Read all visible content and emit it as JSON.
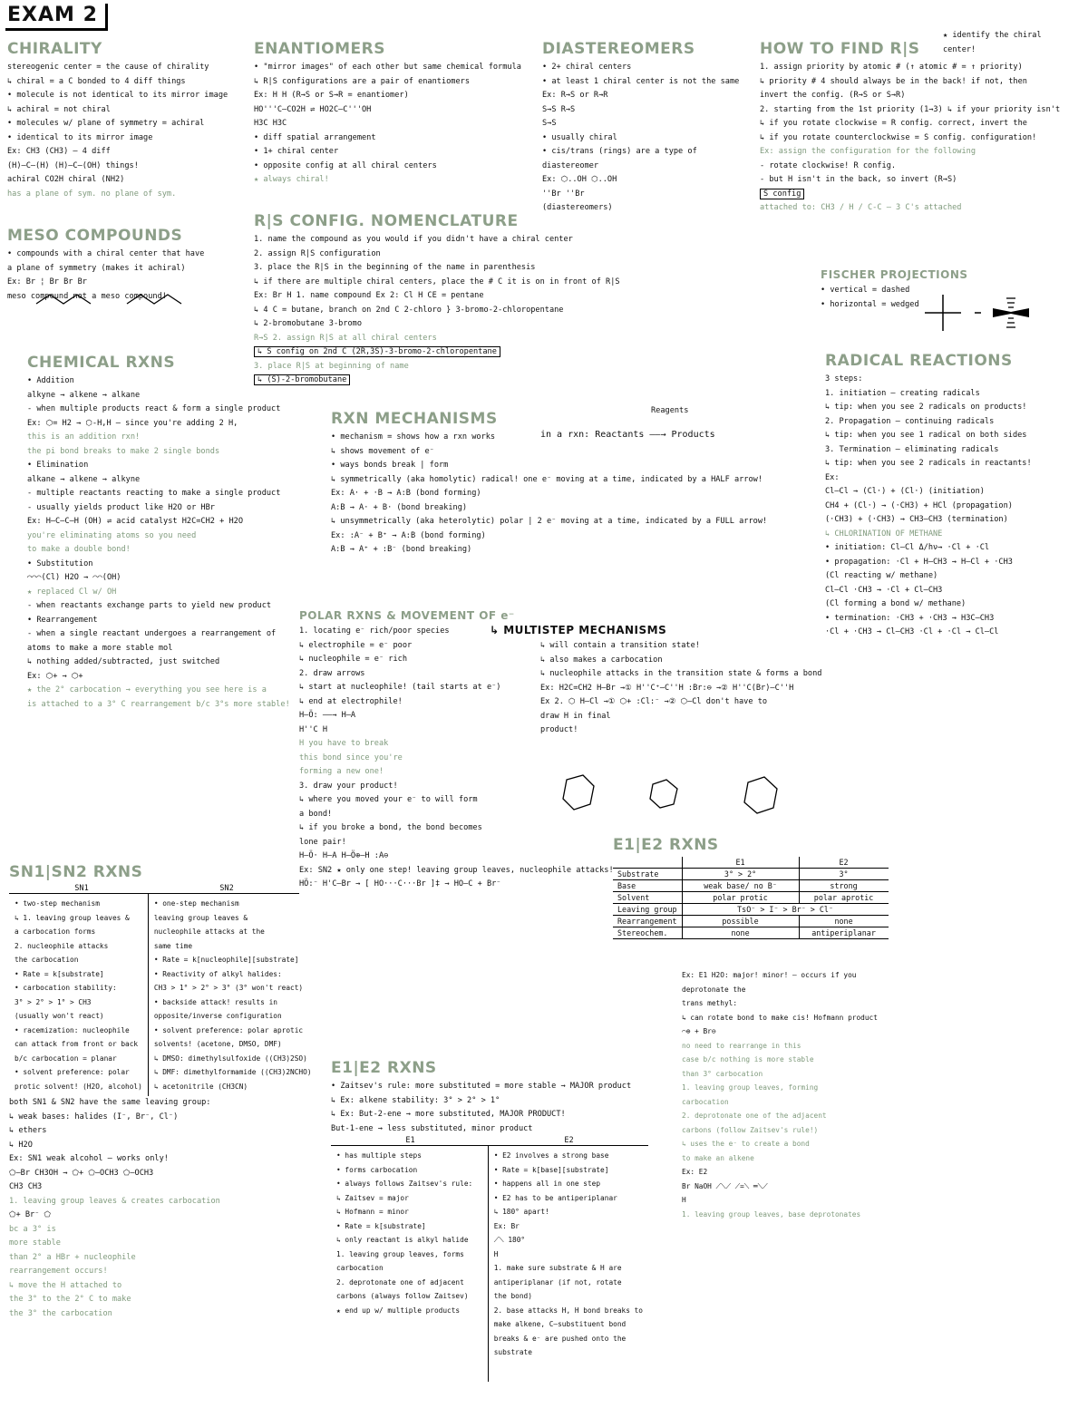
{
  "title": "EXAM 2",
  "colors": {
    "heading": "#8d9f89",
    "note": "#7f9a7c",
    "ink": "#111111"
  },
  "sections": {
    "chirality": {
      "heading": "CHIRALITY",
      "lines": [
        {
          "t": "stereogenic center = the cause of chirality"
        },
        {
          "t": "↳ chiral = a C bonded to 4 diff things"
        },
        {
          "t": "    • molecule is not identical to its mirror image"
        },
        {
          "t": "↳ achiral = not chiral"
        },
        {
          "t": "    • molecules w/ plane of symmetry = achiral"
        },
        {
          "t": "    • identical to its mirror image"
        },
        {
          "t": "Ex:      CH3                  (CH3)   — 4 diff"
        },
        {
          "t": "      (H)—C—(H)           (H)—C—(OH)   things!"
        },
        {
          "t": "  achiral  CO2H          chiral (NH2)"
        },
        {
          "t": "   has a plane of sym.      no plane of sym.",
          "s": "note"
        }
      ]
    },
    "meso": {
      "heading": "MESO COMPOUNDS",
      "lines": [
        {
          "t": "• compounds with a chiral center that have"
        },
        {
          "t": "  a plane of symmetry (makes it achiral)"
        },
        {
          "t": "Ex:    Br ¦ Br            Br   Br"
        },
        {
          "t": ""
        },
        {
          "t": ""
        },
        {
          "t": "   meso compound          not a meso compound!"
        }
      ]
    },
    "enantiomers": {
      "heading": "ENANTIOMERS",
      "lines": [
        {
          "t": "• \"mirror images\" of each other but same chemical formula"
        },
        {
          "t": "↳ R|S configurations are a pair of enantiomers"
        },
        {
          "t": "Ex:   H                 H             (R→S  or  S→R = enantiomer)"
        },
        {
          "t": "   HO'''C—CO2H  ⇌  HO2C—C'''OH"
        },
        {
          "t": "      H3C                H3C"
        },
        {
          "t": "• diff spatial arrangement"
        },
        {
          "t": "• 1+ chiral center"
        },
        {
          "t": "• opposite config at all chiral centers"
        },
        {
          "t": "★ always chiral!",
          "s": "note"
        }
      ]
    },
    "diastereomers": {
      "heading": "DIASTEREOMERS",
      "lines": [
        {
          "t": "• 2+ chiral centers"
        },
        {
          "t": "• at least 1 chiral center is not the same"
        },
        {
          "t": "Ex:  R→S    or    R→R"
        },
        {
          "t": "     S→S          R→S"
        },
        {
          "t": "                  S→S"
        },
        {
          "t": "• usually chiral"
        },
        {
          "t": "• cis/trans (rings) are a type of"
        },
        {
          "t": "  diastereomer"
        },
        {
          "t": "Ex:   ⬡..OH      ⬡..OH"
        },
        {
          "t": "        ''Br        ''Br"
        },
        {
          "t": "        (diastereomers)"
        }
      ]
    },
    "find_rs": {
      "heading": "HOW TO FIND R|S",
      "corner_note": "★ identify the chiral center!",
      "lines": [
        {
          "t": "1. assign priority by atomic # (↑ atomic # = ↑ priority)"
        },
        {
          "t": "  ↳ priority # 4 should always be in the back! if not, then"
        },
        {
          "t": "    invert the config. (R→S or S→R)"
        },
        {
          "t": "2. starting from the 1st priority (1→3)       ↳ if your priority isn't"
        },
        {
          "t": "  ↳ if you rotate clockwise = R config.         correct, invert the"
        },
        {
          "t": "  ↳ if you rotate counterclockwise = S config.   configuration!"
        },
        {
          "t": "Ex: assign the configuration for the following",
          "s": "note"
        },
        {
          "t": "                        - rotate clockwise! R config."
        },
        {
          "t": "                        - but H isn't in the back, so invert (R→S)"
        },
        {
          "t": "                        S config",
          "s": "boxed"
        },
        {
          "t": "attached to: CH3 / H / C-C — 3 C's attached",
          "s": "note"
        }
      ]
    },
    "rs_nomenclature": {
      "heading": "R|S CONFIG. NOMENCLATURE",
      "lines": [
        {
          "t": "1. name the compound as you would if you didn't have a chiral center"
        },
        {
          "t": "2. assign R|S configuration"
        },
        {
          "t": "3. place the R|S in the beginning of the name in parenthesis"
        },
        {
          "t": "  ↳ if there are multiple chiral centers, place the # C it is on in front of R|S"
        },
        {
          "t": "Ex:  Br  H          1. name compound                 Ex 2:   Cl  H     CE = pentane"
        },
        {
          "t": "                    ↳ 4 C = butane, branch on 2nd C                        2-chloro  } 3-bromo-2-chloropentane"
        },
        {
          "t": "                    ↳ 2-bromobutane                                        3-bromo"
        },
        {
          "t": "   R→S              2. assign R|S at all chiral centers",
          "s": "note"
        },
        {
          "t": "                    ↳ S config on 2nd C                                   (2R,3S)-3-bromo-2-chloropentane",
          "s": "boxed"
        },
        {
          "t": "                    3. place R|S at beginning of name",
          "s": "note"
        },
        {
          "t": "                    ↳ (S)-2-bromobutane",
          "s": "boxed"
        }
      ]
    },
    "chemical_rxns": {
      "heading": "CHEMICAL RXNS",
      "lines": [
        {
          "t": "• Addition"
        },
        {
          "t": "   alkyne → alkene → alkane"
        },
        {
          "t": "  - when multiple products react & form a single product"
        },
        {
          "t": "  Ex:   ⬡=      H2  →   ⬡-H,H       — since you're adding 2 H,",
          "s": ""
        },
        {
          "t": "                                      this is an addition rxn!",
          "s": "note"
        },
        {
          "t": "        the pi bond breaks to make 2 single bonds",
          "s": "note"
        },
        {
          "t": "• Elimination"
        },
        {
          "t": "   alkane → alkene → alkyne"
        },
        {
          "t": "  - multiple reactants reacting to make a single product"
        },
        {
          "t": "  - usually yields product like H2O or HBr"
        },
        {
          "t": "  Ex:  H—C—C—H (OH)  ⇌ acid catalyst  H2C=CH2  +  H2O"
        },
        {
          "t": "          you're eliminating atoms so you need",
          "s": "note"
        },
        {
          "t": "          to make a double bond!",
          "s": "note"
        },
        {
          "t": ""
        },
        {
          "t": "• Substitution"
        },
        {
          "t": "     ⌒⌒⌒(Cl)      H2O  →     ⌒⌒(OH)"
        },
        {
          "t": "          ★ replaced Cl w/ OH",
          "s": "note"
        },
        {
          "t": "  - when reactants exchange parts to yield new product"
        },
        {
          "t": ""
        },
        {
          "t": "• Rearrangement"
        },
        {
          "t": "  - when a single reactant undergoes a rearrangement of"
        },
        {
          "t": "    atoms to make a more stable mol"
        },
        {
          "t": "  ↳ nothing added/subtracted, just switched"
        },
        {
          "t": "  Ex:    ⬡+     →     ⬡+"
        },
        {
          "t": "  ★ the 2° carbocation   → everything you see here is a",
          "s": "note"
        },
        {
          "t": "    is attached to a 3° C   rearrangement b/c 3°s more stable!",
          "s": "note"
        }
      ]
    },
    "rxn_mechanisms": {
      "heading": "RXN MECHANISMS",
      "reagents": "Reagents",
      "rxn_line": "in a rxn:   Reactants ——→ Products",
      "lines": [
        {
          "t": "• mechanism = shows how a rxn works"
        },
        {
          "t": "  ↳ shows movement of e⁻"
        },
        {
          "t": "• ways bonds break | form"
        },
        {
          "t": "  ↳ symmetrically (aka homolytic) radical! one e⁻ moving at a time, indicated by a HALF arrow!"
        },
        {
          "t": "    Ex:   A· + ·B  →  A:B    (bond forming)"
        },
        {
          "t": "          A:B  →  A· + B·    (bond breaking)"
        },
        {
          "t": "  ↳ unsymmetrically (aka heterolytic) polar | 2 e⁻ moving at a time, indicated by a FULL arrow!"
        },
        {
          "t": "    Ex:   :A⁻ + B⁺  →  A:B   (bond forming)"
        },
        {
          "t": "          A:B  →  A⁺ + :B⁻   (bond breaking)"
        }
      ]
    },
    "polar_rxns": {
      "heading": "POLAR RXNS & MOVEMENT OF e⁻",
      "lines": [
        {
          "t": "1. locating e⁻ rich/poor species"
        },
        {
          "t": "  ↳ electrophile = e⁻ poor"
        },
        {
          "t": "  ↳ nucleophile = e⁻ rich"
        },
        {
          "t": "2. draw arrows"
        },
        {
          "t": "  ↳ start at nucleophile! (tail starts at e⁻)"
        },
        {
          "t": "  ↳ end at electrophile!"
        },
        {
          "t": "     H–Ö:  ——→  H–A"
        },
        {
          "t": "    H''C  H"
        },
        {
          "t": "       H         you have to break",
          "s": "note"
        },
        {
          "t": "                 this bond since you're",
          "s": "note"
        },
        {
          "t": "                 forming a new one!",
          "s": "note"
        },
        {
          "t": "3. draw your product!"
        },
        {
          "t": "  ↳ where you moved your e⁻ to will form"
        },
        {
          "t": "    a bond!"
        },
        {
          "t": "  ↳ if you broke a bond, the bond becomes"
        },
        {
          "t": "    lone pair!"
        },
        {
          "t": "     H–Ö·   H–A        H–Ö⊕–H    :A⊖"
        },
        {
          "t": ""
        },
        {
          "t": ""
        },
        {
          "t": "Ex: SN2      ★ only one step! leaving group leaves, nucleophile attacks!"
        },
        {
          "t": " HÖ:⁻    H'C—Br  →  [ HO···C···Br ]‡  →  HO—C  +  Br⁻"
        }
      ]
    },
    "multistep": {
      "heading": "↳ MULTISTEP MECHANISMS",
      "lines": [
        {
          "t": "↳ will contain a transition state!"
        },
        {
          "t": "↳ also makes a carbocation"
        },
        {
          "t": "↳ nucleophile attacks in the transition state & forms a bond"
        },
        {
          "t": "Ex:   H2C=CH2   H–Br   →①   H''C⁺—C''H   :Br:⊖   →②   H''C(Br)—C''H"
        },
        {
          "t": ""
        },
        {
          "t": ""
        },
        {
          "t": ""
        },
        {
          "t": "Ex 2.   ⬡   H–Cl   →①   ⬡+   :Cl:⁻   →②   ⬡–Cl    don't have to"
        },
        {
          "t": "                                                 draw H in final",
          "s": ""
        },
        {
          "t": "                                                 product!"
        }
      ]
    },
    "e1e2_table": {
      "heading": "E1|E2 RXNS",
      "columns": [
        "",
        "E1",
        "E2"
      ],
      "rows": [
        [
          "Substrate",
          "3° > 2°",
          "3°"
        ],
        [
          "Base",
          "weak base/ no B⁻",
          "strong"
        ],
        [
          "Solvent",
          "polar protic",
          "polar aprotic"
        ],
        [
          "Leaving group",
          "TsO⁻ > I⁻ > Br⁻ > Cl⁻",
          ""
        ],
        [
          "Rearrangement",
          "possible",
          "none"
        ],
        [
          "Stereochem.",
          "none",
          "antiperiplanar"
        ]
      ]
    },
    "sn_rxns": {
      "heading": "SN1|SN2 RXNS",
      "columns": [
        "SN1",
        "SN2"
      ],
      "sn1": [
        "• two-step mechanism",
        "↳ 1. leaving group leaves &",
        "     a carbocation forms",
        "   2. nucleophile attacks",
        "     the carbocation",
        "• Rate = k[substrate]",
        "• carbocation stability:",
        "   3° > 2° > 1° > CH3",
        "      (usually won't react)",
        "• racemization: nucleophile",
        "  can attack from front or back",
        "  b/c carbocation = planar",
        "• solvent preference: polar",
        "  protic solvent! (H2O, alcohol)"
      ],
      "sn2": [
        "• one-step mechanism",
        "  leaving group leaves &",
        "  nucleophile attacks at the",
        "  same time",
        "• Rate = k[nucleophile][substrate]",
        "• Reactivity of alkyl halides:",
        "  CH3 > 1° > 2° > 3° (3° won't react)",
        "• backside attack! results in",
        "  opposite/inverse configuration",
        "• solvent preference: polar aprotic",
        "  solvents! (acetone, DMSO, DMF)",
        "  ↳ DMSO: dimethylsulfoxide ((CH3)2SO)",
        "  ↳ DMF: dimethylformamide ((CH3)2NCHO)",
        "  ↳ acetonitrile (CH3CN)"
      ],
      "after": [
        {
          "t": "both SN1 & SN2 have the same leaving group:"
        },
        {
          "t": "  ↳ weak bases: halides (I⁻, Br⁻, Cl⁻)"
        },
        {
          "t": "  ↳ ethers"
        },
        {
          "t": "  ↳ H2O"
        },
        {
          "t": "Ex: SN1            weak alcohol — works only!",
          "s": ""
        },
        {
          "t": ""
        },
        {
          "t": "      ⬠–Br   CH3OH →   ⬠+     ⬠–OCH3   ⬠–OCH3"
        },
        {
          "t": "        CH3                  CH3"
        },
        {
          "t": ""
        },
        {
          "t": "1. leaving group leaves & creates carbocation",
          "s": "note"
        },
        {
          "t": ""
        },
        {
          "t": "                 ⬠+   Br⁻       ⬠"
        },
        {
          "t": "  bc a 3° is",
          "s": "note"
        },
        {
          "t": "  more stable",
          "s": "note"
        },
        {
          "t": "  than 2° a            HBr + nucleophile",
          "s": "note"
        },
        {
          "t": "  rearrangement occurs!",
          "s": "note"
        },
        {
          "t": "  ↳ move the H attached to",
          "s": "note"
        },
        {
          "t": "  the 3° to the 2° C to make",
          "s": "note"
        },
        {
          "t": "  the 3° the carbocation",
          "s": "note"
        }
      ]
    },
    "e_rxns": {
      "heading": "E1|E2 RXNS",
      "intro": [
        {
          "t": "• Zaitsev's rule: more substituted = more stable → MAJOR product"
        },
        {
          "t": "  ↳ Ex: alkene stability: 3° > 2° > 1°"
        },
        {
          "t": "  ↳ Ex: But-2-ene → more substituted, MAJOR PRODUCT!"
        },
        {
          "t": "         But-1-ene → less substituted, minor product"
        }
      ],
      "columns": [
        "E1",
        "E2"
      ],
      "e1": [
        "• has multiple steps",
        "• forms carbocation",
        "• always follows Zaitsev's rule:",
        "  ↳ Zaitsev = major",
        "  ↳ Hofmann = minor",
        "• Rate = k[substrate]",
        "  ↳ only reactant is alkyl halide",
        "1. leaving group leaves, forms",
        "   carbocation",
        "2. deprotonate one of adjacent",
        "   carbons (always follow Zaitsev)",
        "  ★ end up w/ multiple products"
      ],
      "e2": [
        "• E2 involves a strong base",
        "• Rate = k[base][substrate]",
        "• happens all in one step",
        "• E2 has to be antiperiplanar",
        "  ↳ 180° apart!",
        "  Ex:     Br",
        "          ⟋⟍   180°",
        "           H",
        "",
        "1. make sure substrate & H are",
        "   antiperiplanar (if not, rotate",
        "   the bond)",
        "2. base attacks H, H bond breaks to",
        "   make alkene, C–substituent bond",
        "   breaks & e⁻ are pushed onto the",
        "   substrate"
      ]
    },
    "e_examples": {
      "lines": [
        {
          "t": "Ex: E1              H2O:          major!              minor!  — occurs if you"
        },
        {
          "t": "                                                                  deprotonate the"
        },
        {
          "t": "                                 trans                            methyl:"
        },
        {
          "t": "                                 ↳ can rotate bond to make cis!    Hofmann product"
        },
        {
          "t": ""
        },
        {
          "t": "            ⌒⊕   +  Br⊖"
        },
        {
          "t": "  no need to rearrange in this",
          "s": "note"
        },
        {
          "t": "  case b/c nothing is more stable",
          "s": "note"
        },
        {
          "t": "  than 3° carbocation",
          "s": "note"
        },
        {
          "t": ""
        },
        {
          "t": "  1. leaving group leaves, forming",
          "s": "note"
        },
        {
          "t": "     carbocation",
          "s": "note"
        },
        {
          "t": "  2. deprotonate one of the adjacent",
          "s": "note"
        },
        {
          "t": "     carbons (follow Zaitsev's rule!)",
          "s": "note"
        },
        {
          "t": "     ↳ uses the e⁻ to create a bond",
          "s": "note"
        },
        {
          "t": "       to make an alkene",
          "s": "note"
        },
        {
          "t": ""
        },
        {
          "t": "Ex: E2"
        },
        {
          "t": "      Br          NaOH          ⟋⟍⟋     ⟋=⟍     ═⟍⟋"
        },
        {
          "t": ""
        },
        {
          "t": "       H"
        },
        {
          "t": "  1. leaving group leaves, base deprotonates",
          "s": "note"
        }
      ]
    },
    "fischer": {
      "heading": "FISCHER PROJECTIONS",
      "lines": [
        {
          "t": "• vertical = dashed"
        },
        {
          "t": "• horizontal = wedged"
        }
      ]
    },
    "radical": {
      "heading": "RADICAL REACTIONS",
      "lines": [
        {
          "t": "3 steps:"
        },
        {
          "t": "1. initiation — creating radicals"
        },
        {
          "t": "   ↳ tip: when you see 2 radicals on products!"
        },
        {
          "t": "2. Propagation — continuing radicals"
        },
        {
          "t": "   ↳ tip: when you see 1 radical on both sides"
        },
        {
          "t": "3. Termination — eliminating radicals"
        },
        {
          "t": "   ↳ tip: when you see 2 radicals in reactants!"
        },
        {
          "t": "Ex:"
        },
        {
          "t": "    Cl—Cl → (Cl·) + (Cl·)   (initiation)"
        },
        {
          "t": "    CH4 + (Cl·) → (·CH3) + HCl   (propagation)"
        },
        {
          "t": "   (·CH3) + (·CH3) → CH3—CH3   (termination)"
        },
        {
          "t": "↳ CHLORINATION OF METHANE",
          "s": "note"
        },
        {
          "t": " • initiation:     Cl–Cl  Δ/hν→  ·Cl + ·Cl"
        },
        {
          "t": " • propagation:   ·Cl + H–CH3 → H–Cl + ·CH3"
        },
        {
          "t": "     (Cl reacting w/ methane)"
        },
        {
          "t": "     Cl–Cl  ·CH3 → ·Cl + Cl–CH3"
        },
        {
          "t": "     (Cl forming a bond w/ methane)"
        },
        {
          "t": " • termination:   ·CH3 + ·CH3 → H3C–CH3"
        },
        {
          "t": "    ·Cl + ·CH3 → Cl–CH3        ·Cl + ·Cl → Cl–Cl"
        }
      ]
    }
  }
}
